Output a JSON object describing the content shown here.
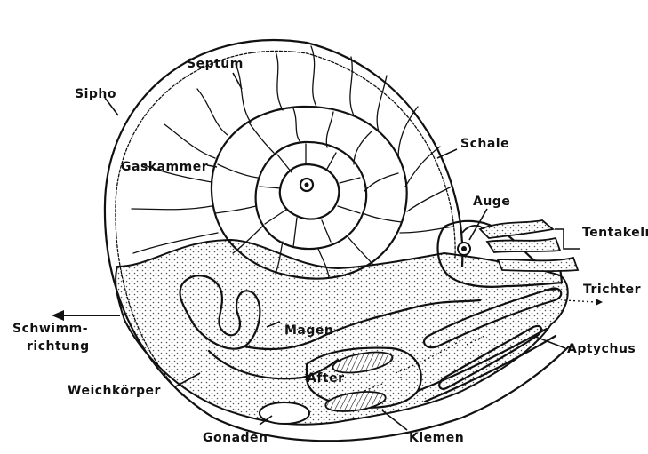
{
  "labels": {
    "septum": "Septum",
    "sipho": "Sipho",
    "gaskammer": "Gaskammer",
    "schale": "Schale",
    "auge": "Auge",
    "tentakeln": "Tentakeln",
    "trichter": "Trichter",
    "schwimm": "Schwimm-",
    "richtung": "richtung",
    "magen": "Magen",
    "aptychus": "Aptychus",
    "weichkoerper": "Weichkörper",
    "after": "After",
    "gonaden": "Gonaden",
    "kiemen": "Kiemen"
  }
}
